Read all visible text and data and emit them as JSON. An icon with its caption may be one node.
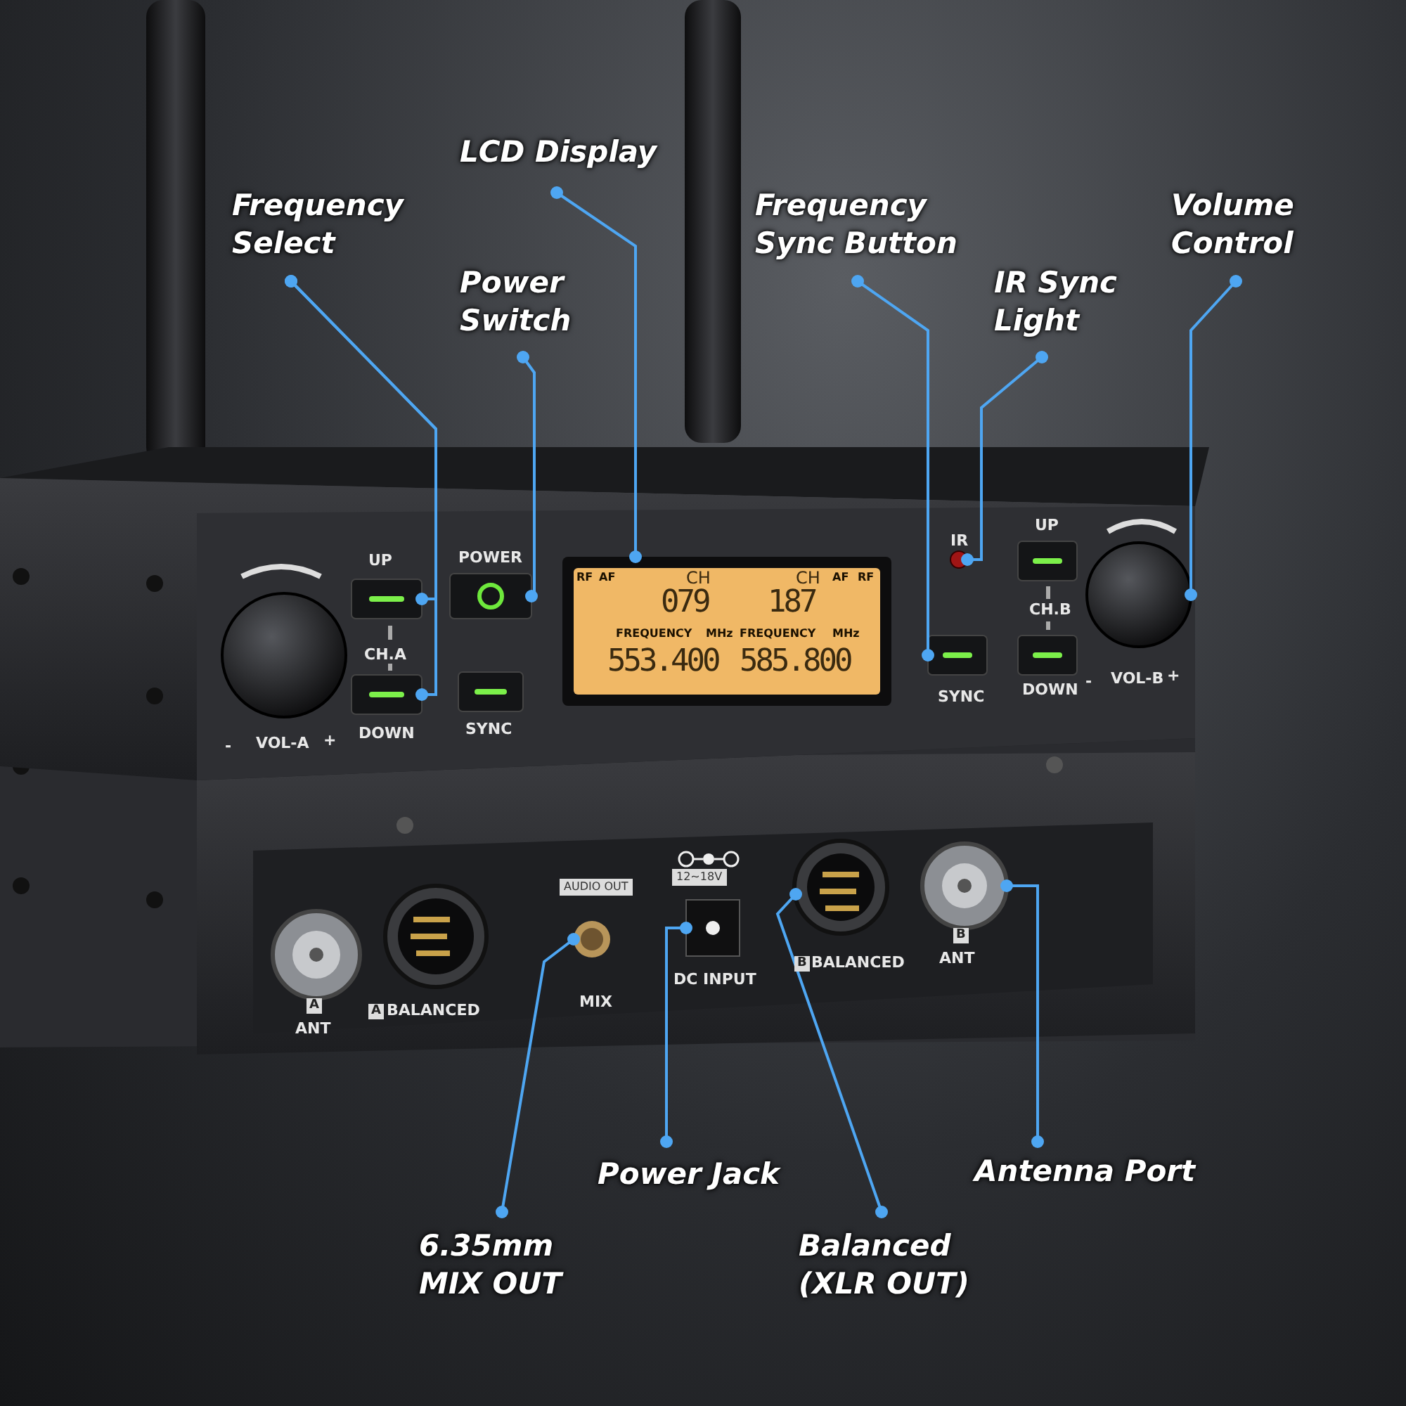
{
  "diagram": {
    "nodes": [
      {
        "text": [
          "Frequency Select"
        ]
      },
      {
        "text": [
          "Power Switch"
        ]
      },
      {
        "text": [
          "LCD Display"
        ]
      },
      {
        "text": [
          "Frequency Sync Button"
        ]
      },
      {
        "text": [
          "IR Sync Light"
        ]
      },
      {
        "text": [
          "Volume Control"
        ]
      },
      {
        "text": [
          "6.35mm MIX OUT"
        ]
      },
      {
        "text": [
          "Power Jack"
        ]
      },
      {
        "text": [
          "Balanced (XLR OUT)"
        ]
      },
      {
        "text": [
          "Antenna Port"
        ]
      },
      {
        "text": [],
        "shape": "knob"
      },
      {
        "text": [],
        "shape": "connector"
      },
      {
        "text": [],
        "shape": "button"
      },
      {
        "text": [],
        "shape": "button"
      },
      {
        "text": [],
        "shape": "connector"
      },
      {
        "text": [],
        "shape": "button"
      },
      {
        "text": [],
        "shape": "button"
      },
      {
        "text": [],
        "shape": "display"
      },
      {
        "text": [],
        "shape": "jack"
      },
      {
        "text": [],
        "shape": "jack"
      },
      {
        "text": [],
        "shape": "connector"
      },
      {
        "text": [],
        "shape": "connector"
      },
      {
        "text": [],
        "shape": "button"
      },
      {
        "text": [],
        "shape": "light"
      },
      {
        "text": [],
        "shape": "button"
      },
      {
        "text": [],
        "shape": "button"
      },
      {
        "text": [],
        "shape": "knob"
      }
    ],
    "edges": [
      {
        "from": 0,
        "to": 12,
        "arrow": "other"
      },
      {
        "from": 0,
        "to": 13,
        "arrow": "other"
      },
      {
        "from": 1,
        "to": 15,
        "arrow": "other"
      },
      {
        "from": 2,
        "to": 17,
        "arrow": "other"
      },
      {
        "from": 3,
        "to": 22,
        "arrow": "other"
      },
      {
        "from": 4,
        "to": 23,
        "arrow": "other"
      },
      {
        "from": 5,
        "to": 26,
        "arrow": "other"
      },
      {
        "from": 6,
        "to": 18,
        "arrow": "other"
      },
      {
        "from": 7,
        "to": 19,
        "arrow": "other"
      },
      {
        "from": 8,
        "to": 20,
        "arrow": "other"
      },
      {
        "from": 9,
        "to": 21,
        "arrow": "other"
      }
    ],
    "labels": [
      "UP",
      "POWER",
      "CH.A",
      "DOWN",
      "SYNC",
      "-",
      "VOL-A",
      "+",
      "RF",
      "AF",
      "CH",
      "079",
      "FREQUENCY",
      "MHz",
      "553.400",
      "CH",
      "187",
      "FREQUENCY",
      "MHz",
      "585.800",
      "AF",
      "RF",
      "IR",
      "UP",
      "CH.B",
      "DOWN",
      "SYNC",
      "-",
      "VOL-B",
      "+",
      "A",
      "ANT",
      "A",
      "BALANCED",
      "AUDIO OUT",
      "MIX",
      "12~18V",
      "DC INPUT",
      "B",
      "BALANCED",
      "B",
      "ANT"
    ]
  }
}
